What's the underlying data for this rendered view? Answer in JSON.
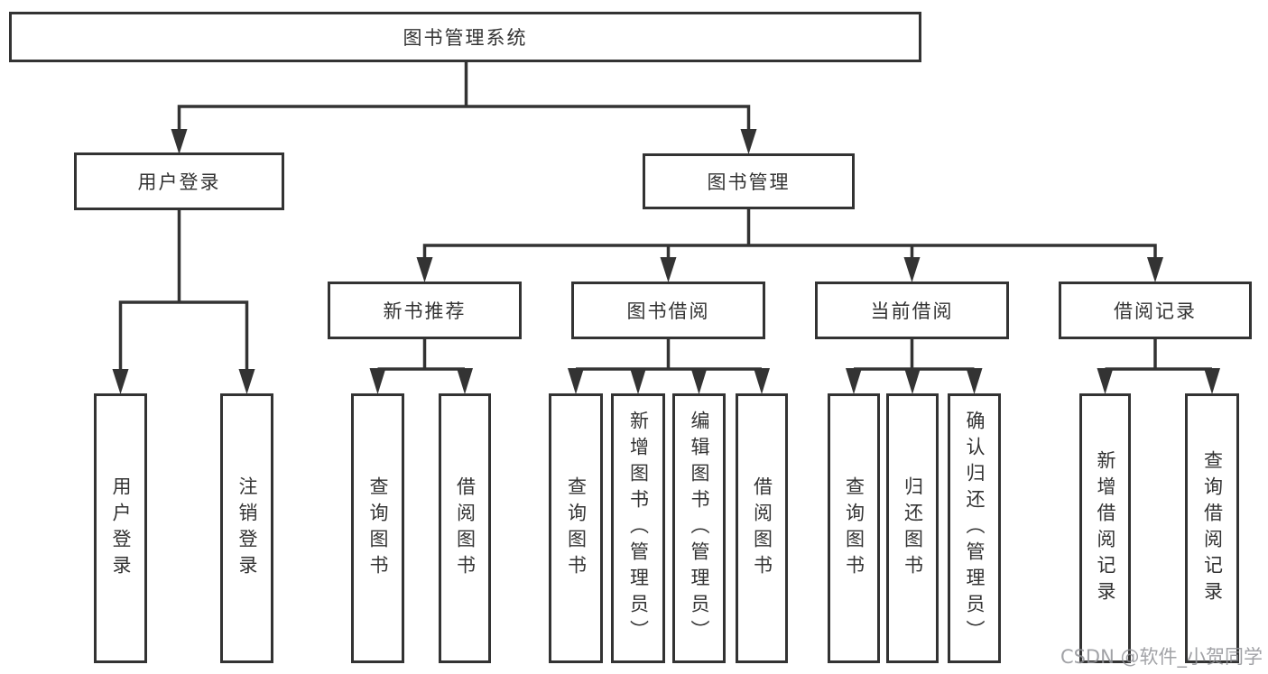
{
  "diagram": {
    "root": {
      "label": "图书管理系统"
    },
    "branches": {
      "user_login": {
        "label": "用户登录",
        "children": [
          "用户登录",
          "注销登录"
        ]
      },
      "book_management": {
        "label": "图书管理",
        "sections": {
          "new_book_recommend": {
            "label": "新书推荐",
            "children": [
              "查询图书",
              "借阅图书"
            ]
          },
          "book_borrow": {
            "label": "图书借阅",
            "children": [
              "查询图书",
              "新增图书（管理员）",
              "编辑图书（管理员）",
              "借阅图书"
            ]
          },
          "current_borrow": {
            "label": "当前借阅",
            "children": [
              "查询图书",
              "归还图书",
              "确认归还（管理员）"
            ]
          },
          "borrow_records": {
            "label": "借阅记录",
            "children": [
              "新增借阅记录",
              "查询借阅记录"
            ]
          }
        }
      }
    },
    "watermark": "CSDN @软件_小贺同学",
    "colors": {
      "line": "#333333",
      "border": "#333333",
      "text": "#333333",
      "watermark": "#919296",
      "background": "#ffffff"
    }
  }
}
